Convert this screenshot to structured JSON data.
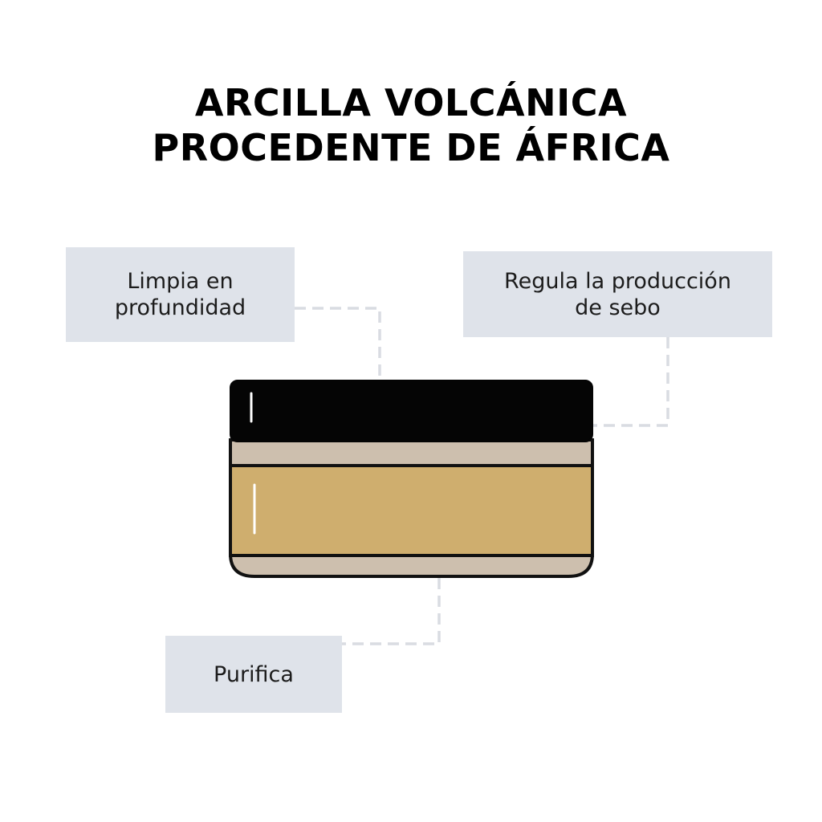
{
  "title": {
    "line1": "ARCILLA VOLCÁNICA",
    "line2": "PROCEDENTE DE ÁFRICA"
  },
  "benefits": [
    {
      "line1": "Limpia en",
      "line2": "profundidad"
    },
    {
      "line1": "Regula la producción",
      "line2": "de sebo"
    },
    {
      "line1": "Purifica"
    }
  ],
  "colors": {
    "box_background": "#dfe3ea",
    "connector": "#d9dce2",
    "jar_lid": "#050505",
    "jar_body": "#cdbfae",
    "jar_label": "#cfae6e",
    "outline": "#111111"
  }
}
